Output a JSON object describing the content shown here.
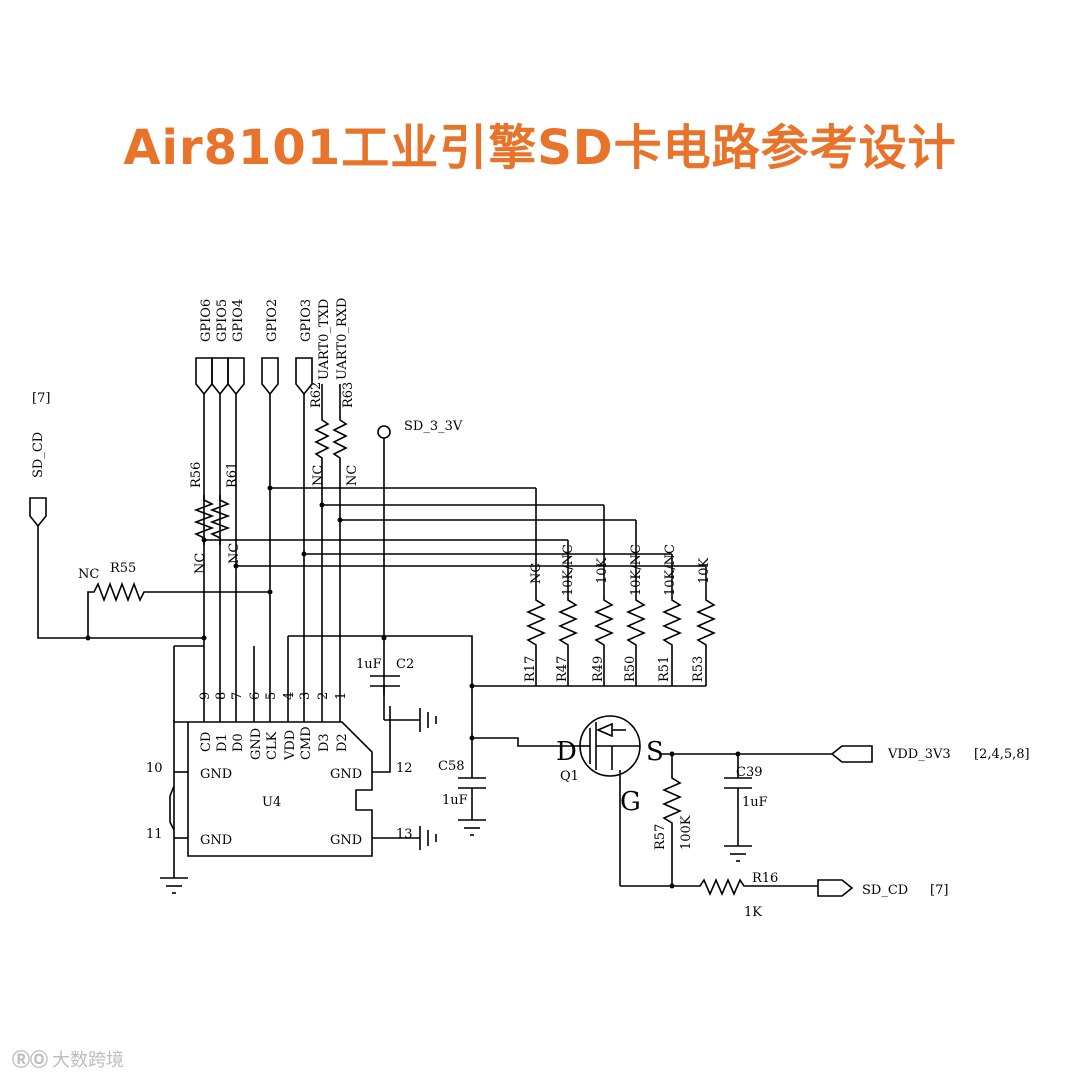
{
  "title": "Air8101工业引擎SD卡电路参考设计",
  "watermark": {
    "logo": "ⓇⓄ",
    "text": "大数跨境"
  },
  "schematic": {
    "net_labels": {
      "gpio6": "GPIO6",
      "gpio5": "GPIO5",
      "gpio4": "GPIO4",
      "gpio2": "GPIO2",
      "gpio3": "GPIO3",
      "uart_txd": "UART0_TXD",
      "uart_rxd": "UART0_RXD",
      "sd_cd_left": "SD_CD",
      "sd_cd_right": "SD_CD",
      "vdd": "VDD_3V3",
      "sd_3v3": "SD_3_3V"
    },
    "refs": {
      "ref_sd_cd_left": "[7]",
      "ref_sd_cd_right": "[7]",
      "ref_vdd": "[2,4,5,8]"
    },
    "resistors": {
      "r55": {
        "name": "R55",
        "value": "NC"
      },
      "r56": {
        "name": "R56",
        "value": "NC"
      },
      "r61": {
        "name": "R61",
        "value": "NC"
      },
      "r62": {
        "name": "R62",
        "value": "NC"
      },
      "r63": {
        "name": "R63",
        "value": "NC"
      },
      "r17": {
        "name": "R17",
        "value": "NC"
      },
      "r47": {
        "name": "R47",
        "value": "10K/NC"
      },
      "r49": {
        "name": "R49",
        "value": "10K"
      },
      "r50": {
        "name": "R50",
        "value": "10K/NC"
      },
      "r51": {
        "name": "R51",
        "value": "10K/NC"
      },
      "r53": {
        "name": "R53",
        "value": "10K"
      },
      "r57": {
        "name": "R57",
        "value": "100K"
      },
      "r16": {
        "name": "R16",
        "value": "1K"
      }
    },
    "capacitors": {
      "c2": {
        "name": "C2",
        "value": "1uF"
      },
      "c58": {
        "name": "C58",
        "value": "1uF"
      },
      "c39": {
        "name": "C39",
        "value": "1uF"
      }
    },
    "u4": {
      "name": "U4",
      "pin_names": [
        "CD",
        "D1",
        "D0",
        "GND",
        "CLK",
        "VDD",
        "CMD",
        "D3",
        "D2"
      ],
      "pin_numbers": [
        "9",
        "8",
        "7",
        "6",
        "5",
        "4",
        "3",
        "2",
        "1"
      ],
      "gnd_left_top": "GND",
      "gnd_left_bottom": "GND",
      "gnd_right_top": "GND",
      "gnd_right_bottom": "GND",
      "pin10": "10",
      "pin11": "11",
      "pin12": "12",
      "pin13": "13"
    },
    "q1": {
      "name": "Q1",
      "d": "D",
      "s": "S",
      "g": "G"
    }
  }
}
